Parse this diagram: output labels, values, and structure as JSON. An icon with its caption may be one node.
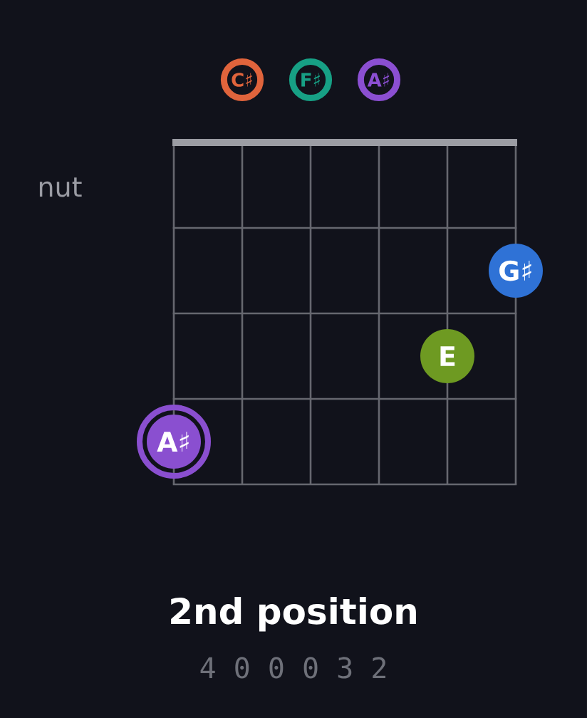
{
  "diagram": {
    "title": "2nd position",
    "nodes": [
      {
        "text": [
          "G♯"
        ]
      },
      {
        "text": [
          "E"
        ]
      },
      {
        "text": [
          "A♯"
        ]
      }
    ],
    "labels": [
      "nut",
      "4 0 0 0 3 2"
    ],
    "legend": [
      {
        "text": "C♯",
        "color": "#e0643c"
      },
      {
        "text": "F♯",
        "color": "#17a085"
      },
      {
        "text": "A♯",
        "color": "#8b4fd2"
      }
    ]
  }
}
